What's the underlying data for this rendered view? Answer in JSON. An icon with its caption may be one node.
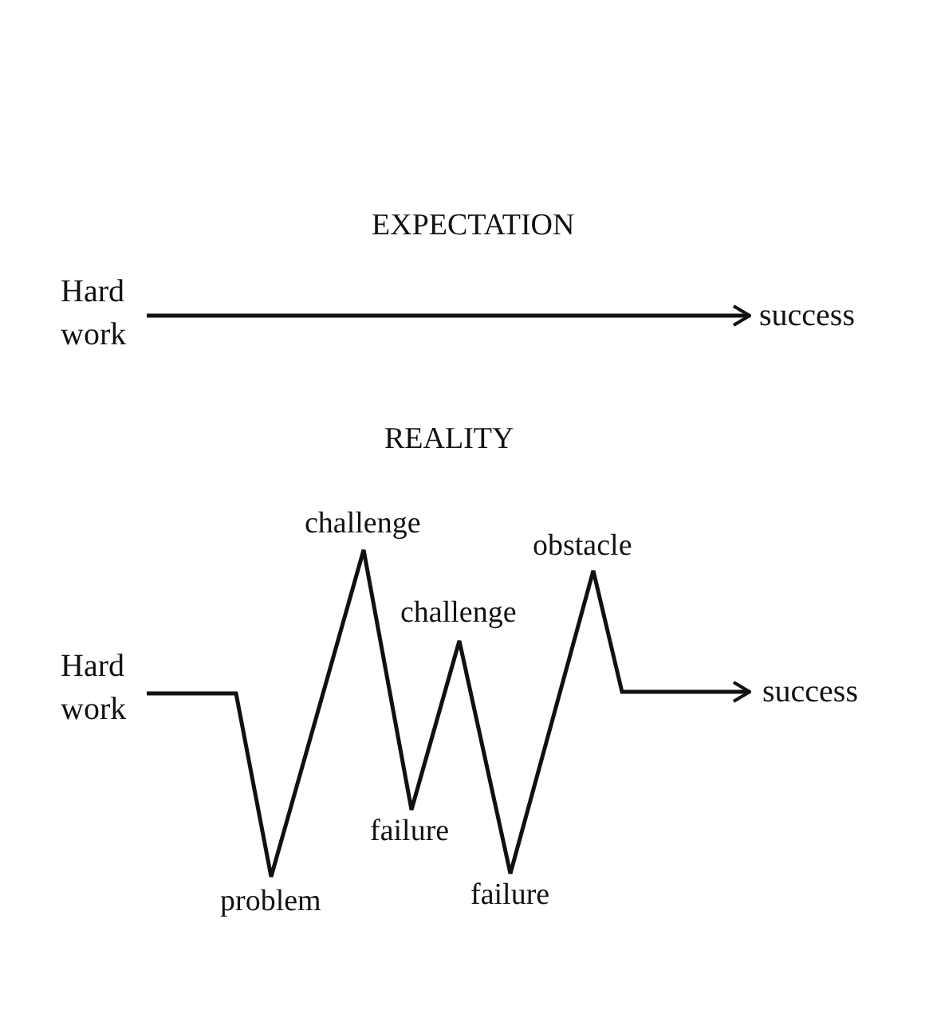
{
  "diagram": {
    "nodes": [
      {
        "text": [
          "Hard work"
        ]
      },
      {
        "text": [
          "success"
        ]
      },
      {
        "text": [
          "Hard work"
        ]
      },
      {
        "text": [
          "success"
        ]
      }
    ],
    "edges": [
      {
        "from": 0,
        "to": 1,
        "arrow": "to"
      },
      {
        "from": 2,
        "to": 3,
        "arrow": "to"
      }
    ],
    "labels": [
      "EXPECTATION",
      "REALITY",
      "challenge",
      "obstacle",
      "challenge",
      "failure",
      "failure",
      "problem"
    ]
  }
}
